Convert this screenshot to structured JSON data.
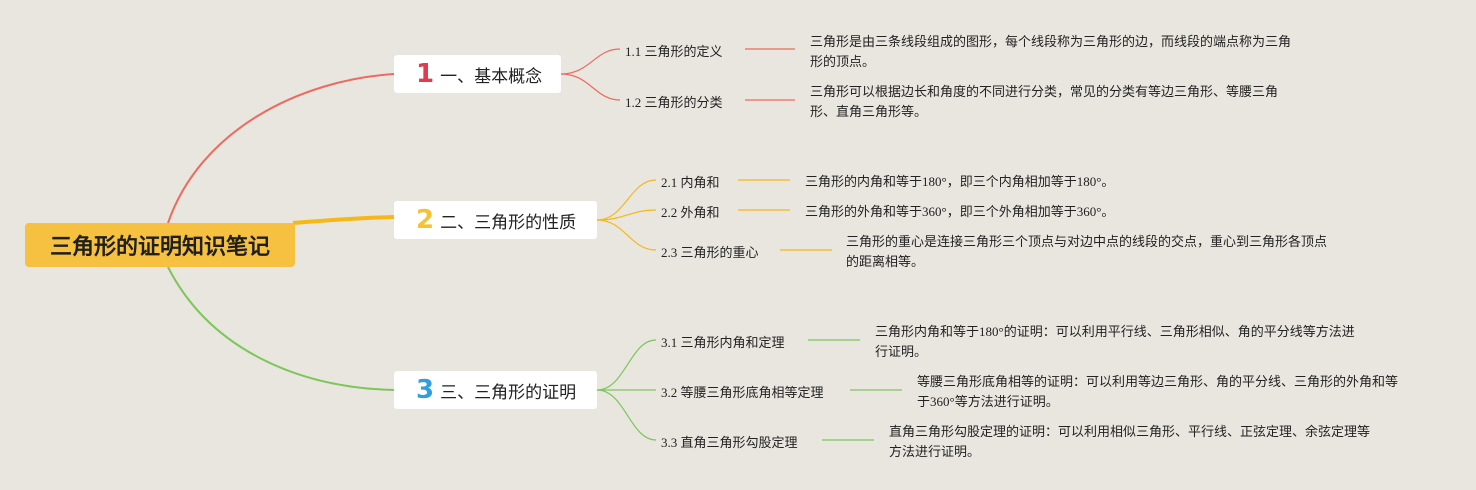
{
  "title": "三角形的证明知识笔记",
  "colors": {
    "background": "#e9e6df",
    "root": "#f6c040",
    "branch1": "#ec6b5e",
    "branch2": "#f6b818",
    "branch3": "#7dc65a",
    "num1": "#e03b4f",
    "num2": "#f6c232",
    "num3": "#2f9fe0"
  },
  "branches": [
    {
      "num": "1",
      "label": "一、基本概念",
      "items": [
        {
          "label": "1.1 三角形的定义",
          "desc": "三角形是由三条线段组成的图形，每个线段称为三角形的边，而线段的端点称为三角形的顶点。"
        },
        {
          "label": "1.2 三角形的分类",
          "desc": "三角形可以根据边长和角度的不同进行分类，常见的分类有等边三角形、等腰三角形、直角三角形等。"
        }
      ]
    },
    {
      "num": "2",
      "label": "二、三角形的性质",
      "items": [
        {
          "label": "2.1 内角和",
          "desc": "三角形的内角和等于180°，即三个内角相加等于180°。"
        },
        {
          "label": "2.2 外角和",
          "desc": "三角形的外角和等于360°，即三个外角相加等于360°。"
        },
        {
          "label": "2.3 三角形的重心",
          "desc": "三角形的重心是连接三角形三个顶点与对边中点的线段的交点，重心到三角形各顶点的距离相等。"
        }
      ]
    },
    {
      "num": "3",
      "label": "三、三角形的证明",
      "items": [
        {
          "label": "3.1 三角形内角和定理",
          "desc": "三角形内角和等于180°的证明：可以利用平行线、三角形相似、角的平分线等方法进行证明。"
        },
        {
          "label": "3.2 等腰三角形底角相等定理",
          "desc": "等腰三角形底角相等的证明：可以利用等边三角形、角的平分线、三角形的外角和等于360°等方法进行证明。"
        },
        {
          "label": "3.3 直角三角形勾股定理",
          "desc": "直角三角形勾股定理的证明：可以利用相似三角形、平行线、正弦定理、余弦定理等方法进行证明。"
        }
      ]
    }
  ]
}
